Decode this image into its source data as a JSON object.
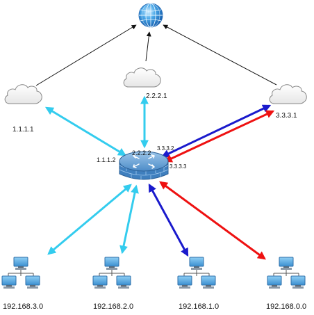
{
  "internet": {
    "icon": "globe-icon"
  },
  "isps": [
    {
      "id": "isp1",
      "ip": "1.1.1.1",
      "icon": "cloud-icon"
    },
    {
      "id": "isp2",
      "ip": "2.2.2.1",
      "icon": "cloud-icon"
    },
    {
      "id": "isp3",
      "ip": "3.3.3.1",
      "icon": "cloud-icon"
    }
  ],
  "router": {
    "icon": "firewall-router-icon",
    "interfaces": {
      "wan1": "1.1.1.2",
      "wan2": "2.2.2.2",
      "wan3a": "3.3.3.2",
      "wan3b": "3.3.3.3"
    }
  },
  "lans": [
    {
      "id": "lan3",
      "subnet": "192.168.3.0",
      "icon": "lan-computers-icon"
    },
    {
      "id": "lan2",
      "subnet": "192.168.2.0",
      "icon": "lan-computers-icon"
    },
    {
      "id": "lan1",
      "subnet": "192.168.1.0",
      "icon": "lan-computers-icon"
    },
    {
      "id": "lan0",
      "subnet": "192.168.0.0",
      "icon": "lan-computers-icon"
    }
  ],
  "colors": {
    "cyan": "#33ccee",
    "blue": "#1a1acc",
    "red": "#ee1111",
    "black": "#111111",
    "computer": "#4a9fd8"
  }
}
